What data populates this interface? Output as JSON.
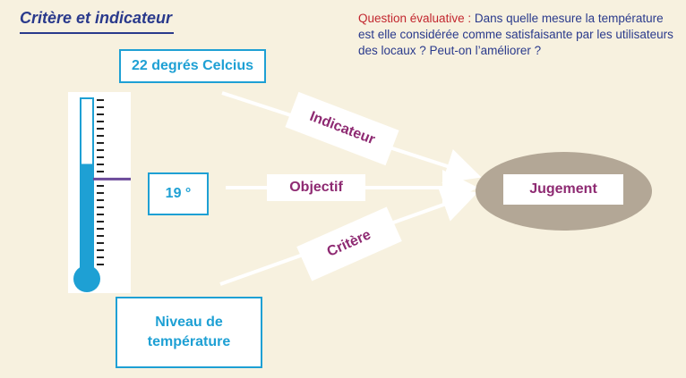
{
  "title": "Critère et indicateur",
  "question": {
    "label": "Question évaluative :",
    "text": " Dans quelle mesure la température est elle considérée comme satisfaisante par les utilisateurs des locaux ? Peut-on l’améliorer ?"
  },
  "boxes": {
    "value": "22 degrés Celcius",
    "target": "19 °",
    "criterion_line1": "Niveau de",
    "criterion_line2": "température",
    "judgement": "Jugement"
  },
  "arrow_labels": {
    "indicator": "Indicateur",
    "objective": "Objectif",
    "criterion": "Critère"
  },
  "thermometer": {
    "fill_fraction": 0.62,
    "target_marker_fraction": 0.53
  },
  "colors": {
    "title": "#2a3a8c",
    "question_label": "#c2262e",
    "box_border": "#1ea0d4",
    "label_text": "#8e2a72",
    "ellipse": "#b3a796",
    "thermo_fill": "#1ea0d4",
    "marker": "#6b4a9a"
  }
}
